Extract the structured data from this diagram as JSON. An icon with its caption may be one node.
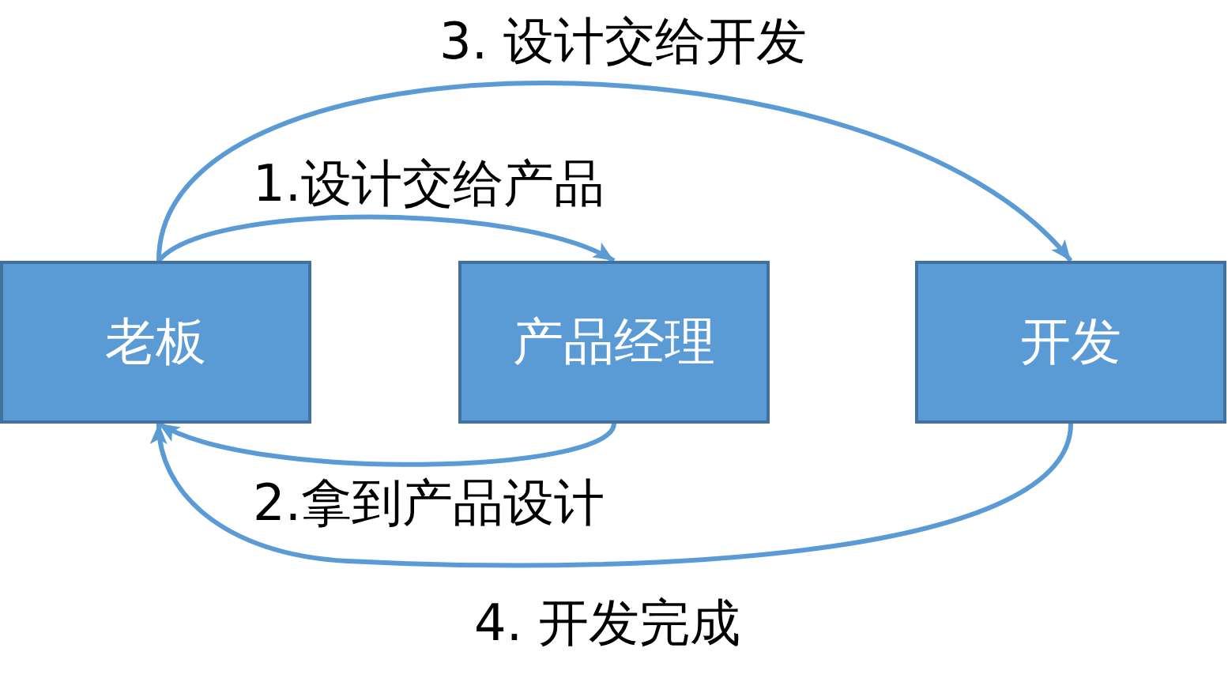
{
  "diagram": {
    "nodes": [
      {
        "text": [
          "老板"
        ]
      },
      {
        "text": [
          "产品经理"
        ]
      },
      {
        "text": [
          "开发"
        ]
      }
    ],
    "edges": [
      {
        "from": 0,
        "to": 1,
        "arrow": "to",
        "label": "1.设计交给产品"
      },
      {
        "from": 1,
        "to": 0,
        "arrow": "to",
        "label": "2.拿到产品设计"
      },
      {
        "from": 0,
        "to": 2,
        "arrow": "to",
        "label": "3. 设计交给开发"
      },
      {
        "from": 2,
        "to": 0,
        "arrow": "to",
        "label": "4. 开发完成"
      }
    ]
  }
}
